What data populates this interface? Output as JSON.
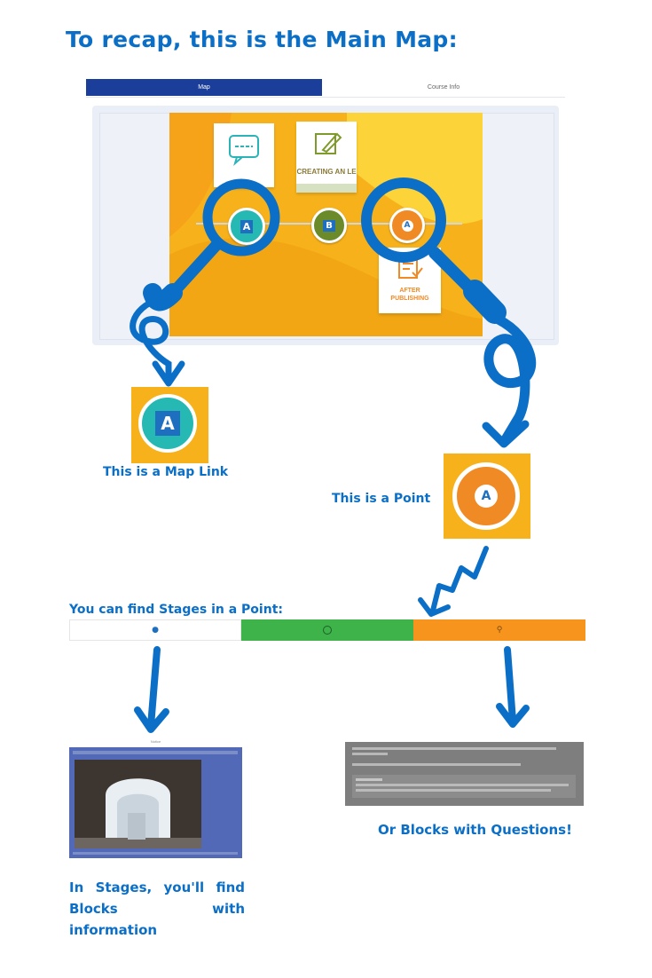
{
  "title": "To recap, this is the Main Map:",
  "tabs": [
    {
      "label": "Map",
      "active": true
    },
    {
      "label": "Course Info",
      "active": false
    }
  ],
  "map": {
    "cards": [
      {
        "label": "",
        "icon": "chat-bubble-icon"
      },
      {
        "label": "CREATING AN LE",
        "icon": "edit-icon"
      },
      {
        "label": "AFTER PUBLISHING",
        "icon": "checklist-icon"
      }
    ],
    "nodes": [
      {
        "label": "A",
        "kind": "map-link",
        "color": "#26b8b3"
      },
      {
        "label": "B",
        "kind": "map-link",
        "color": "#6b8a2a"
      },
      {
        "label": "A",
        "kind": "point",
        "color": "#f08a24"
      }
    ]
  },
  "captions": {
    "map_link": "This is a Map Link",
    "point": "This is a Point",
    "stages_intro": "You can find Stages in a Point:",
    "questions": "Or Blocks with Questions!",
    "info": "In Stages, you'll find Blocks with information"
  },
  "stages": [
    {
      "color": "#ffffff",
      "icon": "lightbulb-icon"
    },
    {
      "color": "#3db34a",
      "icon": "chat-icon"
    },
    {
      "color": "#f7941d",
      "icon": "magnifier-icon"
    }
  ],
  "info_block": {
    "heading": "Notice"
  },
  "colors": {
    "accent": "#0b6fc7",
    "map_bg": "#f7b21b",
    "tab_active": "#1b3e9a"
  }
}
